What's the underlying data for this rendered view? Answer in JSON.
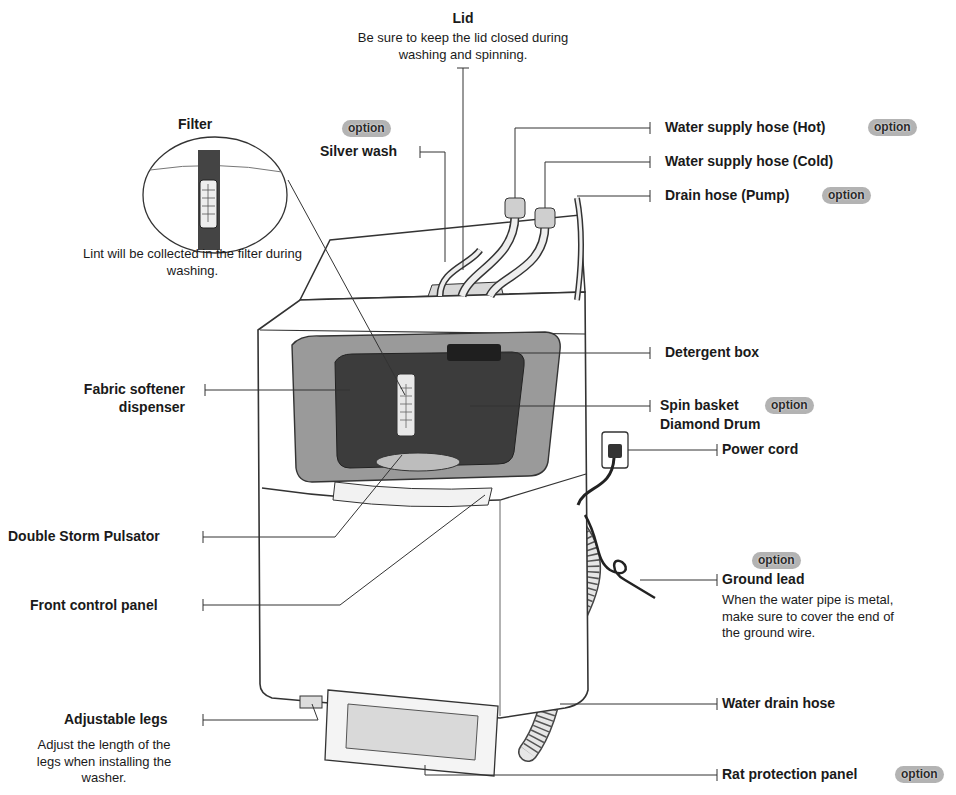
{
  "diagram": {
    "labels": [
      "Lid",
      "Be sure to keep the lid closed during washing and spinning.",
      "Filter",
      "option",
      "Silver wash",
      "Water supply hose (Hot)",
      "option",
      "Water supply hose (Cold)",
      "Drain hose (Pump)",
      "option",
      "Lint will be collected in the filter during washing.",
      "Detergent box",
      "Fabric softener dispenser",
      "Spin basket",
      "option",
      "Diamond Drum",
      "Power cord",
      "Double Storm Pulsator",
      "option",
      "Ground lead",
      "When the water pipe is metal, make sure to cover the end of the ground wire.",
      "Front control panel",
      "Water drain hose",
      "Adjustable legs",
      "Adjust the length of the legs when installing the washer.",
      "Rat protection panel",
      "option"
    ]
  }
}
